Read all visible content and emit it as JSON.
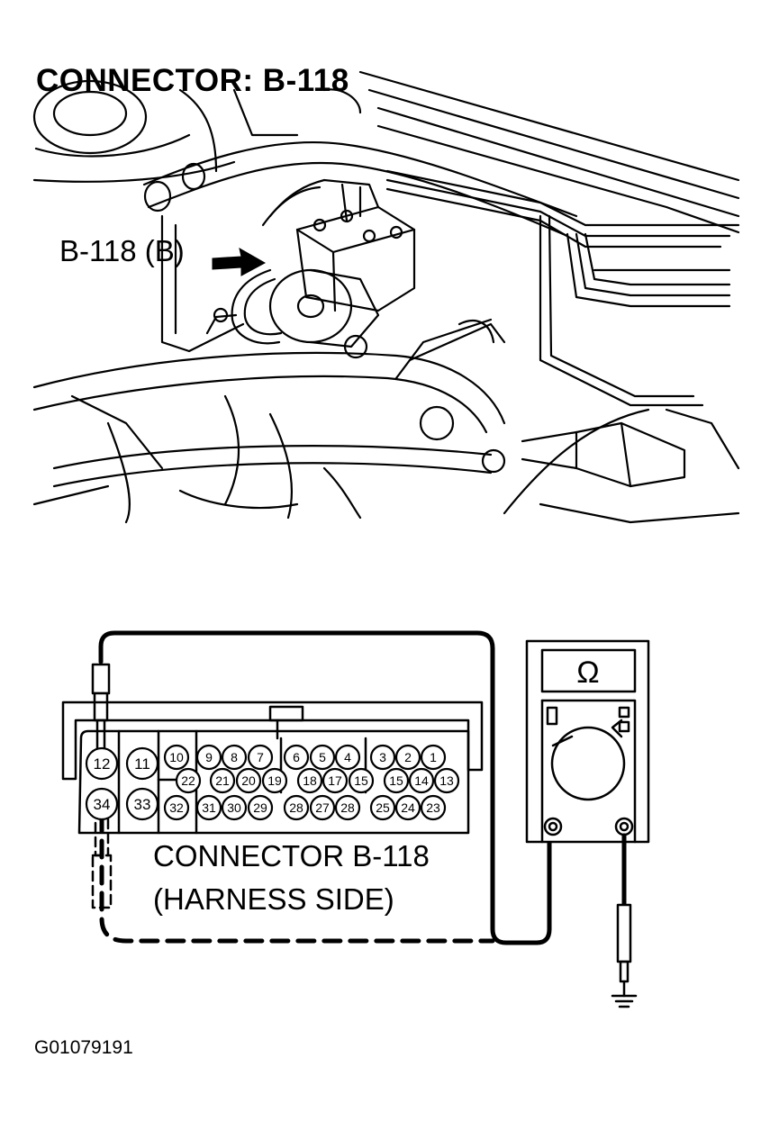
{
  "header": {
    "title": "CONNECTOR: B-118"
  },
  "engine_view": {
    "callout": "B-118 (B)"
  },
  "connector": {
    "caption_line1": "CONNECTOR B-118",
    "caption_line2": "(HARNESS SIDE)",
    "pins": {
      "p1": "1",
      "p2": "2",
      "p3": "3",
      "p4": "4",
      "p5": "5",
      "p6": "6",
      "p7": "7",
      "p8": "8",
      "p9": "9",
      "p10": "10",
      "p11": "11",
      "p12": "12",
      "p13": "13",
      "p14": "14",
      "p15": "15",
      "p16": "15",
      "p17": "17",
      "p18": "18",
      "p19": "19",
      "p20": "20",
      "p21": "21",
      "p22": "22",
      "p23": "23",
      "p24": "24",
      "p25": "25",
      "p26": "28",
      "p27": "27",
      "p28": "28",
      "p29": "29",
      "p30": "30",
      "p31": "31",
      "p32": "32",
      "p33": "33",
      "p34": "34"
    }
  },
  "meter": {
    "display": "Ω"
  },
  "footer": {
    "figure_id": "G01079191"
  }
}
